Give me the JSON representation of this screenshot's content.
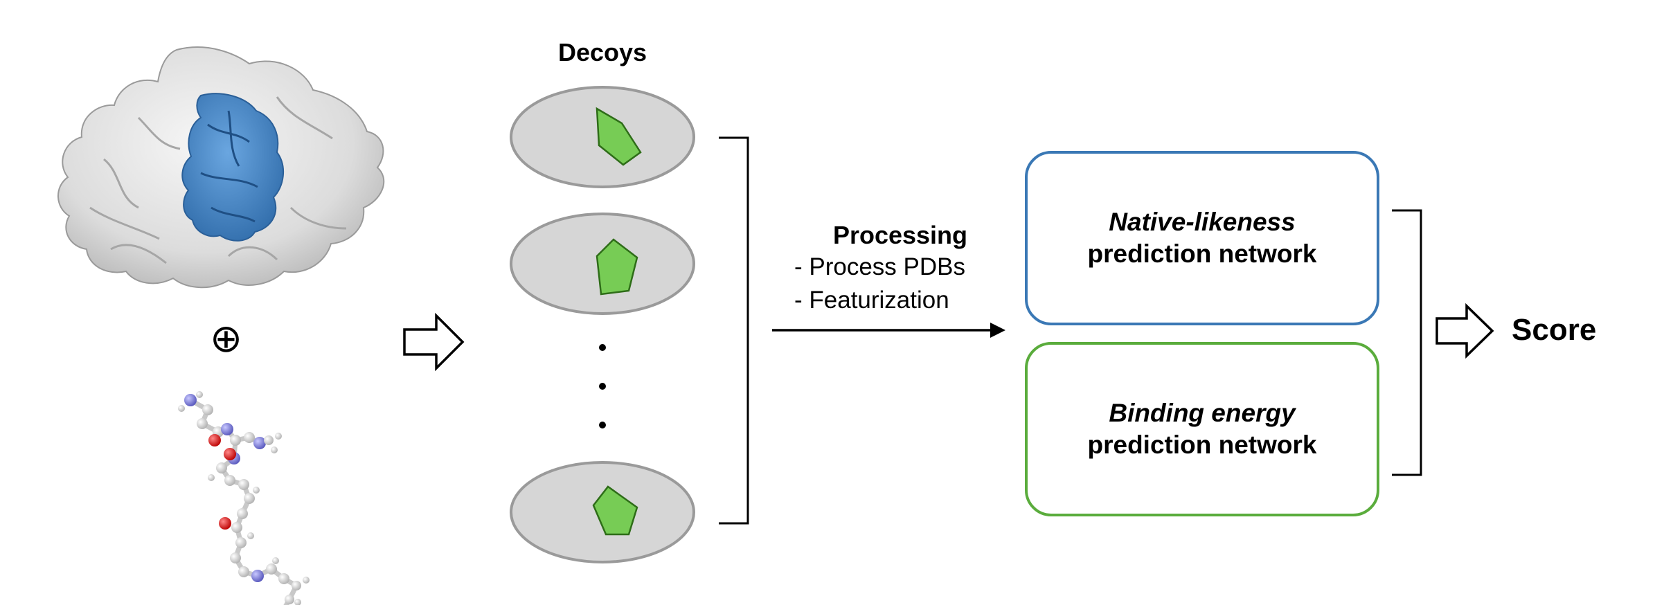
{
  "decoys": {
    "title": "Decoys"
  },
  "operator": {
    "symbol": "⊕"
  },
  "processing": {
    "title": "Processing",
    "steps": [
      "- Process PDBs",
      "- Featurization"
    ]
  },
  "networks": {
    "native": {
      "emphasis": "Native-likeness",
      "rest": "prediction network",
      "border_color": "#3a78b5"
    },
    "binding": {
      "emphasis": "Binding energy",
      "rest": "prediction network",
      "border_color": "#5aac3c"
    }
  },
  "output": {
    "label": "Score"
  },
  "colors": {
    "protein_surface": "#e6e6e6",
    "binding_site": "#4a86c8",
    "decoy_fill": "#d6d6d6",
    "decoy_border": "#9a9a9a",
    "ligand_green": "#77cc55",
    "atom_nitrogen": "#7777dd",
    "atom_oxygen": "#dd2222"
  }
}
